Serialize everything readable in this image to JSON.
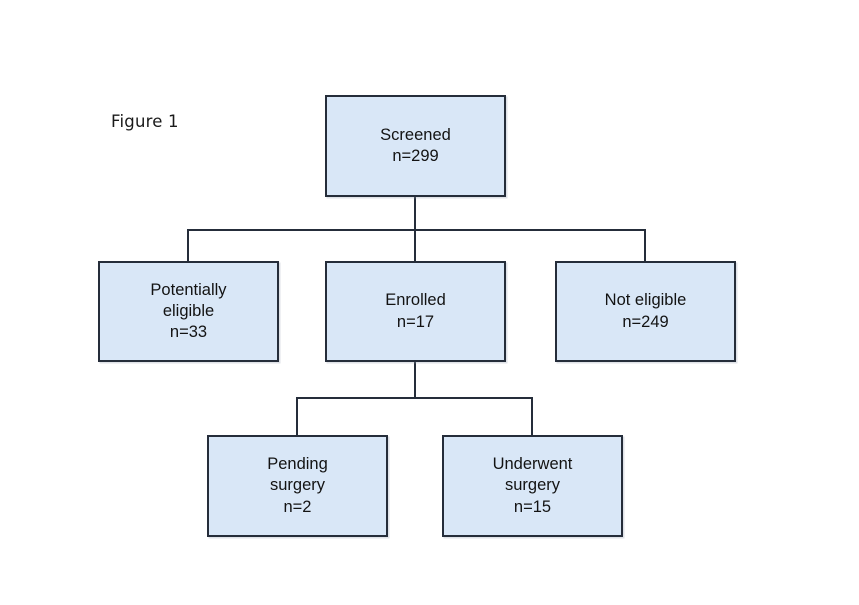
{
  "figure": {
    "label": "Figure 1",
    "title": "Figure 1"
  },
  "diagram": {
    "type": "flowchart",
    "orientation": "top-down",
    "style": {
      "box_fill": "#d9e7f7",
      "box_border": "#252d3a",
      "connector_color": "#252d3a",
      "text_color": "#131313",
      "background": "#ffffff"
    },
    "nodes": [
      {
        "id": "screened",
        "tier": 1,
        "label": "Screened",
        "count_label": "n=299",
        "count": 299
      },
      {
        "id": "potentially_eligible",
        "tier": 2,
        "label_line1": "Potentially",
        "label_line2": "eligible",
        "count_label": "n=33",
        "count": 33
      },
      {
        "id": "enrolled",
        "tier": 2,
        "label": "Enrolled",
        "count_label": "n=17",
        "count": 17
      },
      {
        "id": "not_eligible",
        "tier": 2,
        "label": "Not eligible",
        "count_label": "n=249",
        "count": 249
      },
      {
        "id": "pending_surgery",
        "tier": 3,
        "label_line1": "Pending",
        "label_line2": "surgery",
        "count_label": "n=2",
        "count": 2
      },
      {
        "id": "underwent_surgery",
        "tier": 3,
        "label_line1": "Underwent",
        "label_line2": "surgery",
        "count_label": "n=15",
        "count": 15
      }
    ],
    "edges": [
      {
        "from": "screened",
        "to": "potentially_eligible"
      },
      {
        "from": "screened",
        "to": "enrolled"
      },
      {
        "from": "screened",
        "to": "not_eligible"
      },
      {
        "from": "enrolled",
        "to": "pending_surgery"
      },
      {
        "from": "enrolled",
        "to": "underwent_surgery"
      }
    ]
  }
}
